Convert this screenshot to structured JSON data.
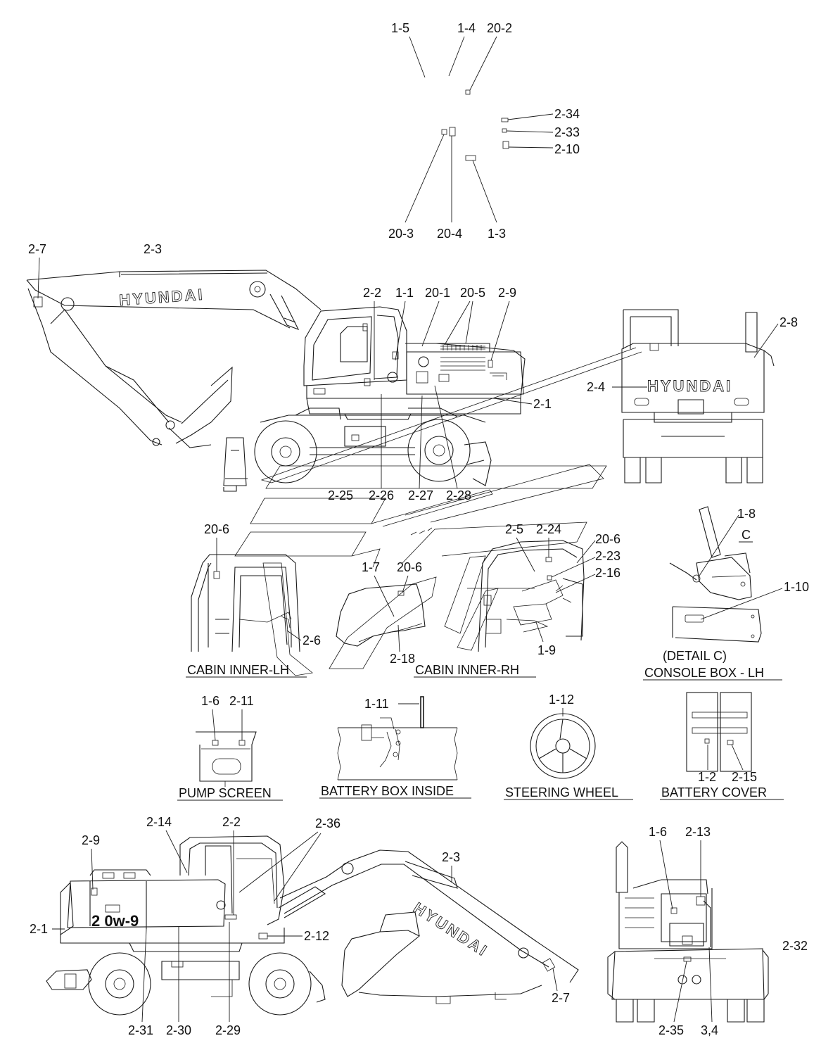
{
  "diagram": {
    "brand_text": "HYUNDAI",
    "model_text": "2 0w-9",
    "detail_letter": "C",
    "titles": {
      "cabin_lh": "CABIN INNER-LH",
      "cabin_rh": "CABIN INNER-RH",
      "detail_c": "(DETAIL C)",
      "console_box": "CONSOLE BOX - LH",
      "pump_screen": "PUMP SCREEN",
      "battery_box": "BATTERY BOX INSIDE",
      "steering_wheel": "STEERING WHEEL",
      "battery_cover": "BATTERY COVER"
    },
    "callouts": {
      "c1_5": "1-5",
      "c1_4": "1-4",
      "c20_2": "20-2",
      "c2_34": "2-34",
      "c2_33": "2-33",
      "c2_10": "2-10",
      "c20_3": "20-3",
      "c20_4": "20-4",
      "c1_3": "1-3",
      "c2_7a": "2-7",
      "c2_3a": "2-3",
      "c2_2a": "2-2",
      "c1_1": "1-1",
      "c20_1": "20-1",
      "c20_5": "20-5",
      "c2_9a": "2-9",
      "c2_8": "2-8",
      "c2_4": "2-4",
      "c2_1a": "2-1",
      "c2_25": "2-25",
      "c2_26": "2-26",
      "c2_27": "2-27",
      "c2_28": "2-28",
      "c20_6a": "20-6",
      "c2_5": "2-5",
      "c2_24": "2-24",
      "c20_6b": "20-6",
      "c2_23": "2-23",
      "c2_16": "2-16",
      "c1_7": "1-7",
      "c20_6c": "20-6",
      "c2_6": "2-6",
      "c2_18": "2-18",
      "c1_9": "1-9",
      "c1_8": "1-8",
      "c1_10": "1-10",
      "c1_6a": "1-6",
      "c2_11": "2-11",
      "c1_11": "1-11",
      "c1_12": "1-12",
      "c1_2": "1-2",
      "c2_15": "2-15",
      "c2_14": "2-14",
      "c2_2b": "2-2",
      "c2_36": "2-36",
      "c2_9b": "2-9",
      "c2_3b": "2-3",
      "c2_1b": "2-1",
      "c2_12": "2-12",
      "c2_7b": "2-7",
      "c2_31": "2-31",
      "c2_30": "2-30",
      "c2_29": "2-29",
      "c1_6b": "1-6",
      "c2_13": "2-13",
      "c2_32": "2-32",
      "c2_35": "2-35",
      "c3_4": "3,4"
    }
  }
}
